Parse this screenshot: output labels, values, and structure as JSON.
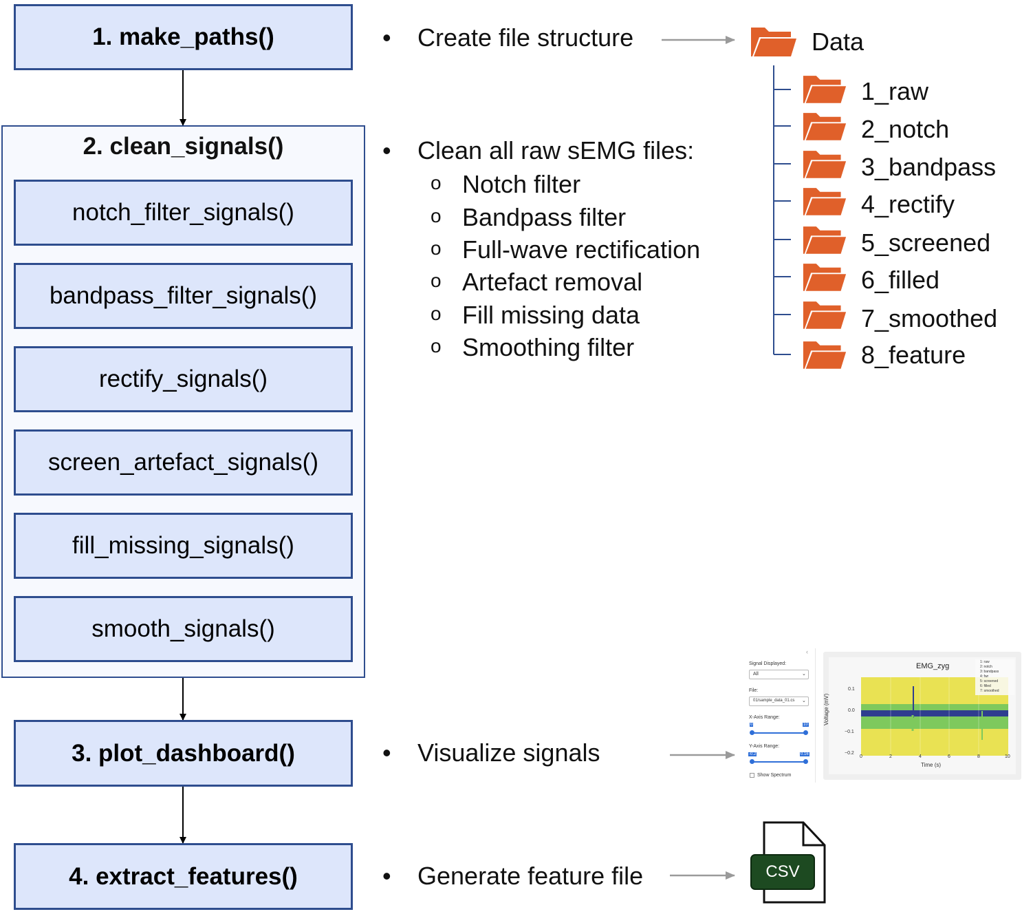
{
  "pipeline": {
    "step1": "1. make_paths()",
    "step2": "2. clean_signals()",
    "substeps": [
      "notch_filter_signals()",
      "bandpass_filter_signals()",
      "rectify_signals()",
      "screen_artefact_signals()",
      "fill_missing_signals()",
      "smooth_signals()"
    ],
    "step3": "3. plot_dashboard()",
    "step4": "4. extract_features()"
  },
  "descriptions": {
    "create": "Create file structure",
    "clean": "Clean all raw sEMG files:",
    "clean_items": [
      "Notch filter",
      "Bandpass filter",
      "Full-wave rectification",
      "Artefact removal",
      "Fill missing data",
      "Smoothing filter"
    ],
    "visualize": "Visualize signals",
    "generate": "Generate feature file"
  },
  "folders": {
    "root": "Data",
    "children": [
      "1_raw",
      "2_notch",
      "3_bandpass",
      "4_rectify",
      "5_screened",
      "6_filled",
      "7_smoothed",
      "8_feature"
    ]
  },
  "dashboard": {
    "signal_label": "Signal Displayed:",
    "signal_value": "All",
    "file_label": "File:",
    "file_value": "01/sample_data_01.cs",
    "xrange_label": "X-Axis Range:",
    "xrange_min": "0",
    "xrange_max": "10",
    "yrange_label": "Y-Axis Range:",
    "yrange_min": "-0.2",
    "yrange_max": "0.16",
    "spectrum_label": "Show Spectrum",
    "chart_title": "EMG_zyg",
    "ylabel": "Voltage (mV)",
    "xlabel": "Time (s)",
    "yticks": [
      "0.1",
      "0.0",
      "−0.1",
      "−0.2"
    ],
    "xticks": [
      "0",
      "2",
      "4",
      "6",
      "8",
      "10"
    ],
    "legend": [
      "1: raw",
      "2: notch",
      "3: bandpass",
      "4: fwr",
      "5: screened",
      "6: filled",
      "7: smoothed"
    ]
  },
  "csv_label": "CSV",
  "colors": {
    "box_fill": "#dde6fb",
    "box_border": "#2e4d8e",
    "folder": "#e0602a",
    "csv": "#1d4a21"
  }
}
